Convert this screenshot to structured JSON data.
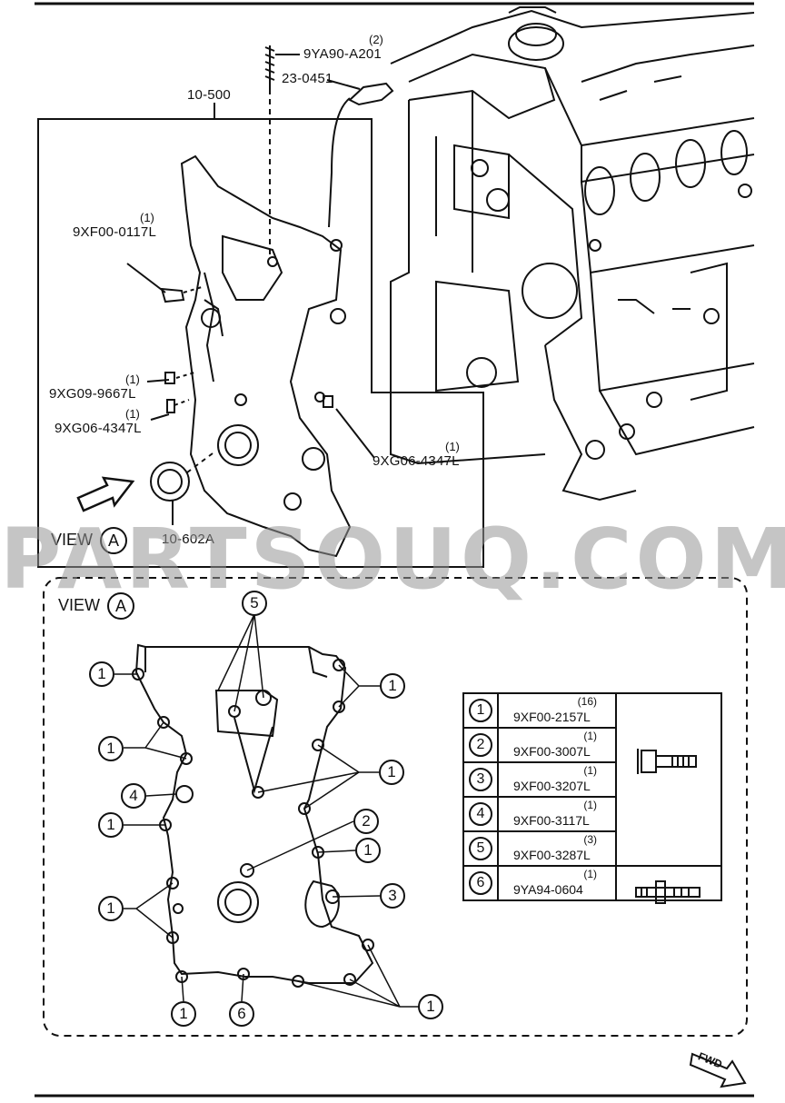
{
  "callouts": {
    "stud": {
      "part": "9YA90-A201",
      "qty": "(2)"
    },
    "sensor": {
      "part": "23-0451"
    },
    "assy": {
      "part": "10-500"
    },
    "bolt_top": {
      "part": "9XF00-0117L",
      "qty": "(1)"
    },
    "bolt_mid": {
      "part": "9XG09-9667L",
      "qty": "(1)"
    },
    "pin_left": {
      "part": "9XG06-4347L",
      "qty": "(1)"
    },
    "pin_right": {
      "part": "9XG06-4347L",
      "qty": "(1)"
    },
    "seal": {
      "part": "10-602A"
    }
  },
  "view_label": "VIEW",
  "view_letter": "A",
  "watermark": "PARTSOUQ.COM",
  "fwd_label": "FWD",
  "markers": {
    "m1": "1",
    "m2": "2",
    "m3": "3",
    "m4": "4",
    "m5": "5",
    "m6": "6"
  },
  "table": [
    {
      "index": "1",
      "part": "9XF00-2157L",
      "qty": "(16)",
      "icon": "flange-bolt-icon"
    },
    {
      "index": "2",
      "part": "9XF00-3007L",
      "qty": "(1)",
      "icon": "flange-bolt-icon"
    },
    {
      "index": "3",
      "part": "9XF00-3207L",
      "qty": "(1)",
      "icon": "flange-bolt-icon"
    },
    {
      "index": "4",
      "part": "9XF00-3117L",
      "qty": "(1)",
      "icon": "flange-bolt-icon"
    },
    {
      "index": "5",
      "part": "9XF00-3287L",
      "qty": "(3)",
      "icon": "flange-bolt-icon"
    },
    {
      "index": "6",
      "part": "9YA94-0604",
      "qty": "(1)",
      "icon": "stud-bolt-icon"
    }
  ]
}
